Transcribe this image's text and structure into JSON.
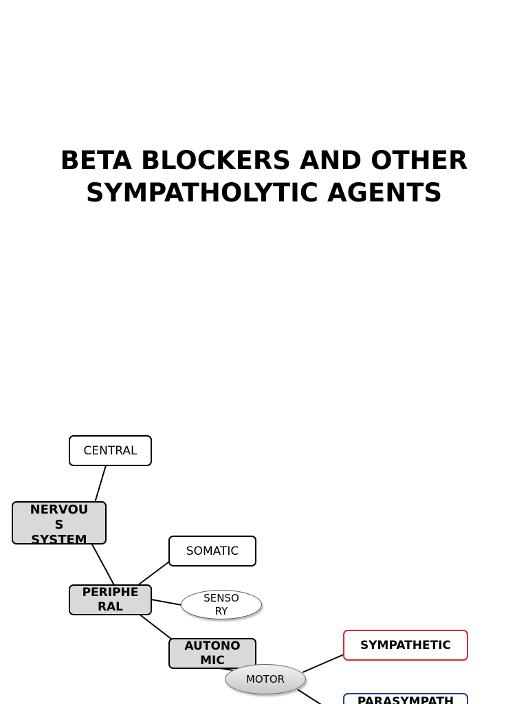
{
  "title": {
    "line1": "BETA BLOCKERS AND OTHER",
    "line2": "SYMPATHOLYTIC AGENTS"
  },
  "diagram": {
    "nodes": {
      "central": "CENTRAL",
      "nervous_system": "NERVOU\nS\nSYSTEM",
      "somatic": "SOMATIC",
      "peripheral": "PERIPHE\nRAL",
      "sensory": "SENSO\nRY",
      "autonomic": "AUTONO\nMIC",
      "motor": "MOTOR",
      "sympathetic": "SYMPATHETIC",
      "parasympathetic": "PARASYMPATH"
    },
    "colors": {
      "sympathetic_border": "#d62a2a",
      "parasympathetic_border": "#1f3f8f",
      "shaded_fill": "#d9d9d9"
    }
  }
}
